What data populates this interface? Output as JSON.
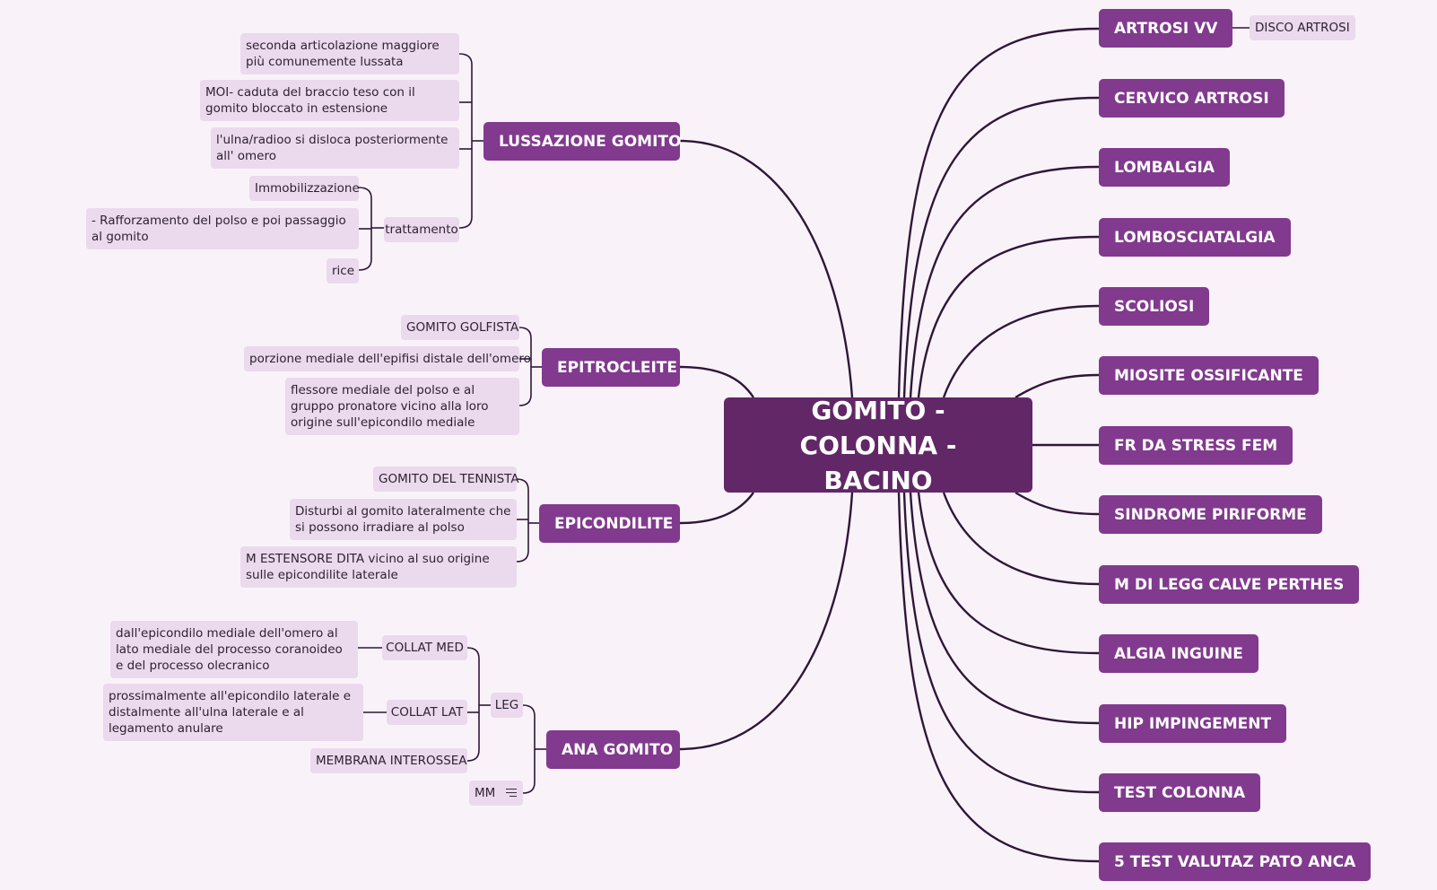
{
  "mindmap": {
    "central": "GOMITO - COLONNA - BACINO",
    "left_topics": {
      "lussazione": {
        "label": "LUSSAZIONE GOMITO",
        "notes": [
          "seconda articolazione maggiore più comunemente lussata",
          "MOI- caduta del braccio teso con il gomito bloccato in estensione",
          "l'ulna/radioo si disloca posteriormente all' omero"
        ],
        "trattamento": {
          "label": "trattamento",
          "items": [
            "Immobilizzazione",
            "- Rafforzamento del polso e poi passaggio al gomito",
            "rice"
          ]
        }
      },
      "epitrocleite": {
        "label": "EPITROCLEITE",
        "notes": [
          "GOMITO GOLFISTA",
          "porzione mediale dell'epifisi distale dell'omero",
          "flessore mediale del polso e al gruppo pronatore vicino alla loro origine sull'epicondilo mediale"
        ]
      },
      "epicondilite": {
        "label": "EPICONDILITE",
        "notes": [
          "GOMITO DEL TENNISTA",
          "Disturbi al gomito lateralmente che si possono irradiare al polso",
          "M ESTENSORE DITA vicino al suo origine sulle epicondilite laterale"
        ]
      },
      "ana_gomito": {
        "label": "ANA GOMITO",
        "leg": {
          "label": "LEG",
          "collat_med": {
            "label": "COLLAT MED",
            "note": "dall'epicondilo mediale dell'omero al lato mediale del processo coranoideo e del processo olecranico"
          },
          "collat_lat": {
            "label": "COLLAT LAT",
            "note": "prossimalmente all'epicondilo laterale e distalmente all'ulna laterale e al legamento anulare"
          },
          "membrana": "MEMBRANA INTEROSSEA"
        },
        "mm": "MM"
      }
    },
    "right_topics": [
      {
        "label": "ARTROSI VV",
        "child": "DISCO ARTROSI"
      },
      {
        "label": "CERVICO ARTROSI"
      },
      {
        "label": "LOMBALGIA"
      },
      {
        "label": "LOMBOSCIATALGIA"
      },
      {
        "label": "SCOLIOSI"
      },
      {
        "label": "MIOSITE OSSIFICANTE"
      },
      {
        "label": "FR DA STRESS FEM"
      },
      {
        "label": "SINDROME PIRIFORME"
      },
      {
        "label": "M DI LEGG CALVE PERTHES"
      },
      {
        "label": "ALGIA INGUINE"
      },
      {
        "label": "HIP IMPINGEMENT"
      },
      {
        "label": "TEST COLONNA"
      },
      {
        "label": "5 TEST VALUTAZ PATO ANCA"
      }
    ],
    "icons": {
      "note": "note-lines-icon"
    },
    "colors": {
      "background": "#f9f3f9",
      "central": "#622767",
      "main_topic": "#813a8e",
      "subtopic": "#ebd9ed",
      "connector": "#2f1638"
    }
  }
}
